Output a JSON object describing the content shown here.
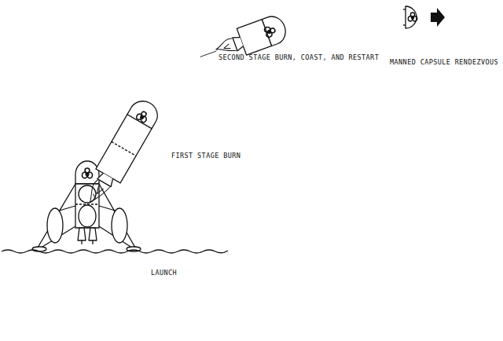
{
  "diagram": {
    "labels": [
      "MANNED CAPSULE RENDEZVOUS",
      "SECOND STAGE BURN, COAST, AND RESTART",
      "FIRST STAGE BURN",
      "LAUNCH"
    ]
  }
}
